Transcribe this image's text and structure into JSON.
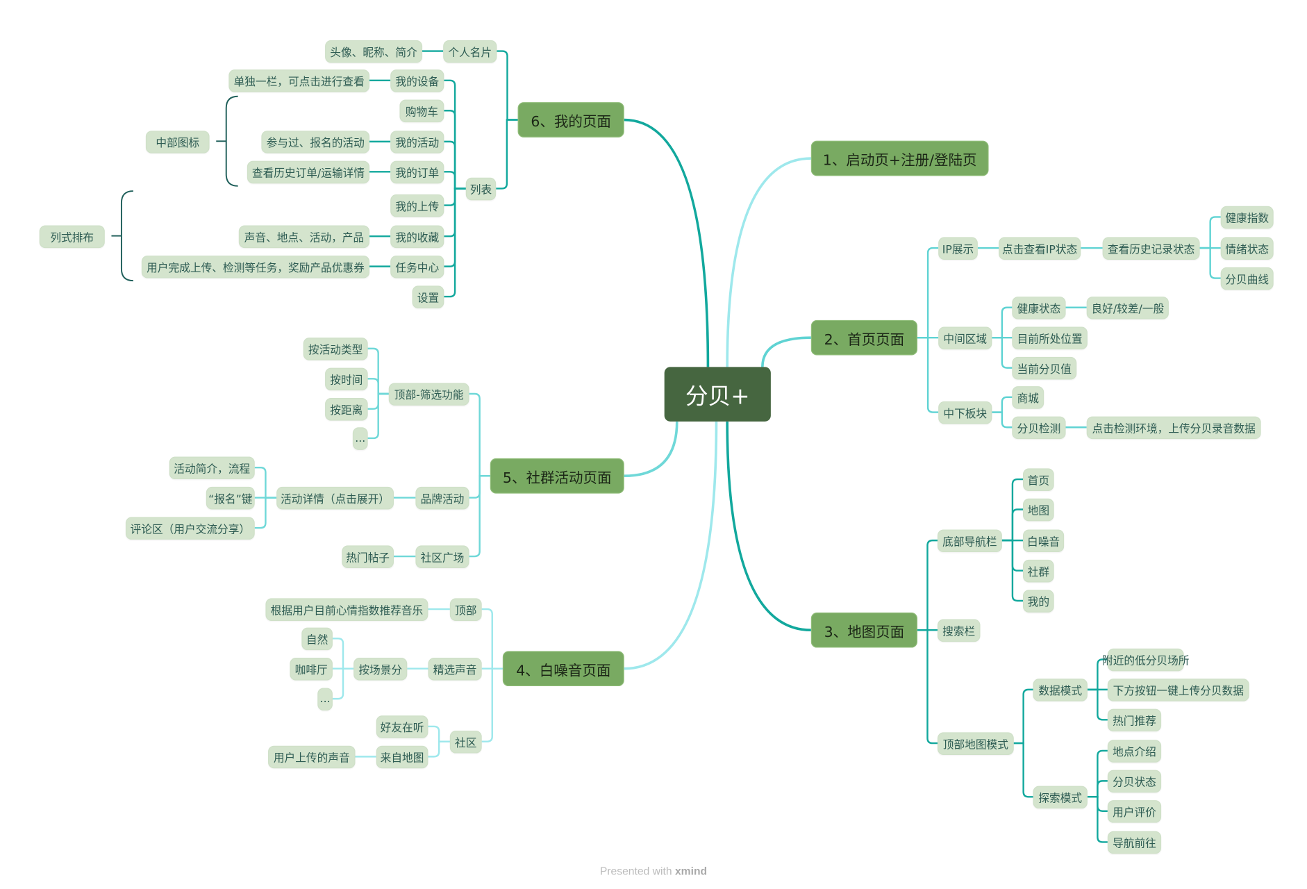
{
  "center": {
    "label": "分贝+"
  },
  "colors": {
    "center": "#466640",
    "main_topic": "#79aa62",
    "subtopic": "#d4e4cd",
    "subtopic_text": "#2e5c53"
  },
  "branches": [
    {
      "label": "1、启动页+注册/登陆页",
      "line_color": "#9ee8ec",
      "children": []
    },
    {
      "label": "2、首页页面",
      "line_color": "#5fd3d3",
      "children": [
        {
          "label": "IP展示",
          "children": [
            {
              "label": "点击查看IP状态",
              "children": [
                {
                  "label": "查看历史记录状态",
                  "children": [
                    {
                      "label": "健康指数"
                    },
                    {
                      "label": "情绪状态"
                    },
                    {
                      "label": "分贝曲线"
                    }
                  ]
                }
              ]
            }
          ]
        },
        {
          "label": "中间区域",
          "children": [
            {
              "label": "健康状态",
              "children": [
                {
                  "label": "良好/较差/一般"
                }
              ]
            },
            {
              "label": "目前所处位置"
            },
            {
              "label": "当前分贝值"
            }
          ]
        },
        {
          "label": "中下板块",
          "children": [
            {
              "label": "商城"
            },
            {
              "label": "分贝检测",
              "children": [
                {
                  "label": "点击检测环境，上传分贝录音数据"
                }
              ]
            }
          ]
        }
      ]
    },
    {
      "label": "3、地图页面",
      "line_color": "#12a89d",
      "children": [
        {
          "label": "底部导航栏",
          "children": [
            {
              "label": "首页"
            },
            {
              "label": "地图"
            },
            {
              "label": "白噪音"
            },
            {
              "label": "社群"
            },
            {
              "label": "我的"
            }
          ]
        },
        {
          "label": "搜索栏"
        },
        {
          "label": "顶部地图模式",
          "children": [
            {
              "label": "数据模式",
              "children": [
                {
                  "label": "附近的低分贝场所"
                },
                {
                  "label": "下方按钮一键上传分贝数据"
                },
                {
                  "label": "热门推荐"
                }
              ]
            },
            {
              "label": "探索模式",
              "children": [
                {
                  "label": "地点介绍"
                },
                {
                  "label": "分贝状态"
                },
                {
                  "label": "用户评价"
                },
                {
                  "label": "导航前往"
                }
              ]
            }
          ]
        }
      ]
    },
    {
      "label": "4、白噪音页面",
      "line_color": "#9ee8ec",
      "children": [
        {
          "label": "顶部",
          "children": [
            {
              "label": "根据用户目前心情指数推荐音乐"
            }
          ]
        },
        {
          "label": "精选声音",
          "children": [
            {
              "label": "按场景分",
              "children": [
                {
                  "label": "自然"
                },
                {
                  "label": "咖啡厅"
                },
                {
                  "label": "..."
                }
              ]
            }
          ]
        },
        {
          "label": "社区",
          "children": [
            {
              "label": "好友在听"
            },
            {
              "label": "来自地图",
              "children": [
                {
                  "label": "用户上传的声音"
                }
              ]
            }
          ]
        }
      ]
    },
    {
      "label": "5、社群活动页面",
      "line_color": "#6fd8d8",
      "children": [
        {
          "label": "顶部-筛选功能",
          "children": [
            {
              "label": "按活动类型"
            },
            {
              "label": "按时间"
            },
            {
              "label": "按距离"
            },
            {
              "label": "..."
            }
          ]
        },
        {
          "label": "品牌活动",
          "children": [
            {
              "label": "活动详情（点击展开）",
              "children": [
                {
                  "label": "活动简介，流程"
                },
                {
                  "label": "“报名”键"
                },
                {
                  "label": "评论区（用户交流分享）"
                }
              ]
            }
          ]
        },
        {
          "label": "社区广场",
          "children": [
            {
              "label": "热门帖子"
            }
          ]
        }
      ]
    },
    {
      "label": "6、我的页面",
      "line_color": "#12a89d",
      "children": [
        {
          "label": "个人名片",
          "children": [
            {
              "label": "头像、昵称、简介"
            }
          ]
        },
        {
          "label": "列表",
          "children": [
            {
              "label": "我的设备",
              "children": [
                {
                  "label": "单独一栏，可点击进行查看"
                }
              ]
            },
            {
              "label": "购物车"
            },
            {
              "label": "我的活动",
              "children": [
                {
                  "label": "参与过、报名的活动"
                }
              ]
            },
            {
              "label": "我的订单",
              "children": [
                {
                  "label": "查看历史订单/运输详情"
                }
              ]
            },
            {
              "label": "我的上传"
            },
            {
              "label": "我的收藏",
              "children": [
                {
                  "label": "声音、地点、活动，产品"
                }
              ]
            },
            {
              "label": "任务中心",
              "children": [
                {
                  "label": "用户完成上传、检测等任务，奖励产品优惠券"
                }
              ]
            },
            {
              "label": "设置"
            }
          ]
        }
      ]
    }
  ],
  "summaries": [
    {
      "label": "中部图标"
    },
    {
      "label": "列式排布"
    }
  ],
  "footer": {
    "prefix": "Presented with",
    "brand": "xmind"
  }
}
